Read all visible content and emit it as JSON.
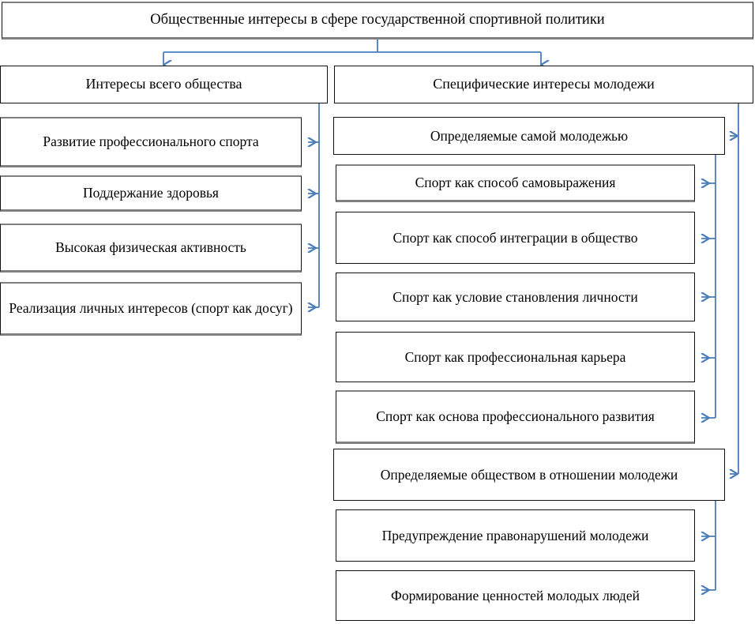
{
  "diagram": {
    "title_box": {
      "label": "Общественные интересы в сфере государственной спортивной политики"
    },
    "branches": [
      {
        "label": "Интересы всего общества"
      },
      {
        "label": "Специфические интересы молодежи"
      }
    ],
    "society_interests": [
      {
        "label": "Развитие профессионального спорта"
      },
      {
        "label": "Поддержание здоровья"
      },
      {
        "label": "Высокая физическая активность"
      },
      {
        "label": "Реализация личных интересов (спорт как досуг)"
      }
    ],
    "youth_group_self": {
      "label": "Определяемые самой молодежью",
      "items": [
        {
          "label": "Спорт как способ самовыражения"
        },
        {
          "label": "Спорт как способ интеграции в общество"
        },
        {
          "label": "Спорт как условие становления личности"
        },
        {
          "label": "Спорт как профессиональная карьера"
        },
        {
          "label": "Спорт как основа профессионального развития"
        }
      ]
    },
    "youth_group_society": {
      "label": "Определяемые обществом в отношении молодежи",
      "items": [
        {
          "label": "Предупреждение правонарушений молодежи"
        },
        {
          "label": "Формирование ценностей молодых людей"
        }
      ]
    },
    "colors": {
      "connector": "#4a7ebb",
      "box_border": "#111111",
      "box_shadow_border": "#7f7f7f",
      "background": "#ffffff"
    }
  }
}
